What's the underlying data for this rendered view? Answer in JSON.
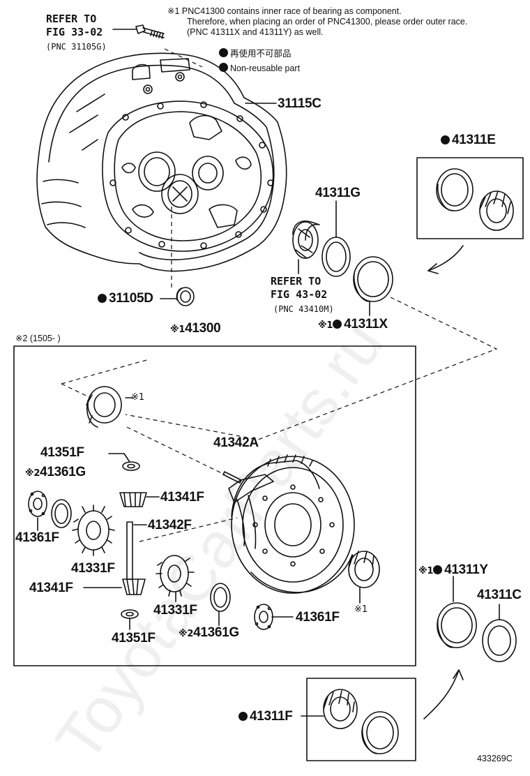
{
  "notes": {
    "note1_line1": "※1 PNC41300 contains inner race of bearing as component.",
    "note1_line2": "Therefore, when placing an order of PNC41300, please order outer race.",
    "note1_line3": "(PNC 41311X and 41311Y) as well.",
    "legend_jp": "再使用不可部品",
    "legend_en": "Non-reusable part"
  },
  "refs": {
    "ref1_title": "REFER TO",
    "ref1_fig": "FIG 33-02",
    "ref1_pnc": "(PNC 31105G)",
    "ref2_title": "REFER TO",
    "ref2_fig": "FIG 43-02",
    "ref2_pnc": "(PNC 43410M)"
  },
  "labels": {
    "p31115C": "31115C",
    "p31105D": "31105D",
    "p41311E": "41311E",
    "p41311G": "41311G",
    "p41311X": "41311X",
    "p41300": "41300",
    "range": "※2 (1505-   )",
    "m1": "※1",
    "m1b": "※1",
    "m1c": "※1",
    "m1d": "※1",
    "m1e": "※1",
    "m2a": "※2",
    "m2b": "※2",
    "p41351F_a": "41351F",
    "p41361G_a": "41361G",
    "p41342A": "41342A",
    "p41341F_a": "41341F",
    "p41342F": "41342F",
    "p41361F_a": "41361F",
    "p41331F_a": "41331F",
    "p41341F_b": "41341F",
    "p41331F_b": "41331F",
    "p41361G_b": "41361G",
    "p41361F_b": "41361F",
    "p41351F_b": "41351F",
    "p41311Y": "41311Y",
    "p41311C": "41311C",
    "p41311F": "41311F",
    "code": "433269C"
  },
  "watermark": "ToyotaCarParts.ru"
}
